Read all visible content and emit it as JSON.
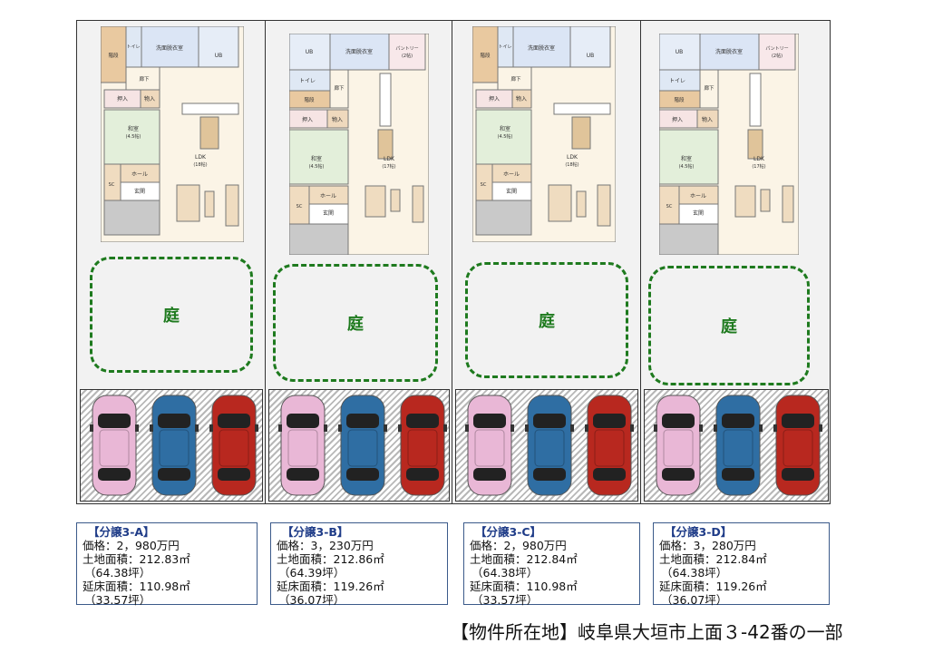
{
  "lots": [
    {
      "id": "A",
      "plan_type": "A",
      "rooms": {
        "stairs": "階段",
        "toilet": "トイレ",
        "washroom": "洗面脱衣室",
        "bath": "UB",
        "hall_corridor": "廊下",
        "closet": "押入",
        "storage": "物入",
        "washitsu": "和室",
        "washitsu_size": "(4.5帖)",
        "ldk": "LDK",
        "ldk_size": "(18帖)",
        "hall": "ホール",
        "sc": "SC",
        "entrance": "玄関"
      },
      "garden": "庭",
      "info": {
        "title": "【分譲3-A】",
        "price": "価格：2，980万円",
        "land": "土地面積：212.83㎡",
        "land_tsubo": "（64.38坪）",
        "floor": "延床面積：110.98㎡",
        "floor_tsubo": "（33.57坪）"
      }
    },
    {
      "id": "B",
      "plan_type": "B",
      "rooms": {
        "stairs": "階段",
        "toilet": "トイレ",
        "washroom": "洗面脱衣室",
        "pantry": "パントリー",
        "pantry_size": "(2帖)",
        "bath": "UB",
        "hall_corridor": "廊下",
        "closet": "押入",
        "storage": "物入",
        "washitsu": "和室",
        "washitsu_size": "(4.5帖)",
        "ldk": "LDK",
        "ldk_size": "(17帖)",
        "hall": "ホール",
        "sc": "SC",
        "entrance": "玄関"
      },
      "garden": "庭",
      "info": {
        "title": "【分譲3-B】",
        "price": "価格：3，230万円",
        "land": "土地面積：212.86㎡",
        "land_tsubo": "（64.39坪）",
        "floor": "延床面積：119.26㎡",
        "floor_tsubo": "（36.07坪）"
      }
    },
    {
      "id": "C",
      "plan_type": "A",
      "rooms": {
        "stairs": "階段",
        "toilet": "トイレ",
        "washroom": "洗面脱衣室",
        "bath": "UB",
        "hall_corridor": "廊下",
        "closet": "押入",
        "storage": "物入",
        "washitsu": "和室",
        "washitsu_size": "(4.5帖)",
        "ldk": "LDK",
        "ldk_size": "(18帖)",
        "hall": "ホール",
        "sc": "SC",
        "entrance": "玄関"
      },
      "garden": "庭",
      "info": {
        "title": "【分譲3-C】",
        "price": "価格：2，980万円",
        "land": "土地面積：212.84㎡",
        "land_tsubo": "（64.38坪）",
        "floor": "延床面積：110.98㎡",
        "floor_tsubo": "（33.57坪）"
      }
    },
    {
      "id": "D",
      "plan_type": "B",
      "rooms": {
        "stairs": "階段",
        "toilet": "トイレ",
        "washroom": "洗面脱衣室",
        "pantry": "パントリー",
        "pantry_size": "(2帖)",
        "bath": "UB",
        "hall_corridor": "廊下",
        "closet": "押入",
        "storage": "物入",
        "washitsu": "和室",
        "washitsu_size": "(4.5帖)",
        "ldk": "LDK",
        "ldk_size": "(17帖)",
        "hall": "ホール",
        "sc": "SC",
        "entrance": "玄関"
      },
      "garden": "庭",
      "info": {
        "title": "【分譲3-D】",
        "price": "価格：3，280万円",
        "land": "土地面積：212.84㎡",
        "land_tsubo": "（64.38坪）",
        "floor": "延床面積：119.26㎡",
        "floor_tsubo": "（36.07坪）"
      }
    }
  ],
  "car_colors": [
    "#e9b7d6",
    "#2f6ea3",
    "#b8281f"
  ],
  "garden_color": "#1e7a1e",
  "footer": "【物件所在地】岐阜県大垣市上面３-42番の一部"
}
